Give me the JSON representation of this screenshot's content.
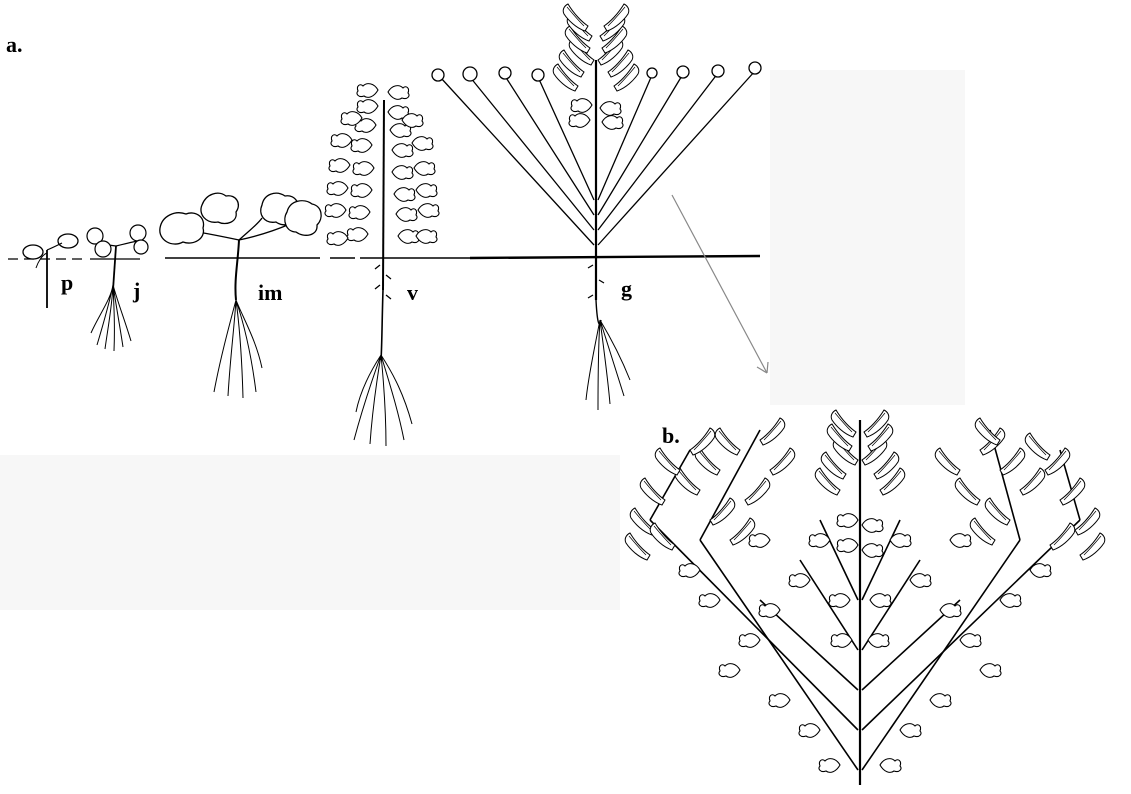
{
  "panels": {
    "a": {
      "label": "a."
    },
    "b": {
      "label": "b."
    }
  },
  "stages": [
    {
      "id": "p",
      "label": "p"
    },
    {
      "id": "j",
      "label": "j"
    },
    {
      "id": "im",
      "label": "im"
    },
    {
      "id": "v",
      "label": "v"
    },
    {
      "id": "g",
      "label": "g"
    }
  ],
  "colors": {
    "ink": "#000000",
    "pointer": "#888888",
    "background": "#ffffff"
  }
}
